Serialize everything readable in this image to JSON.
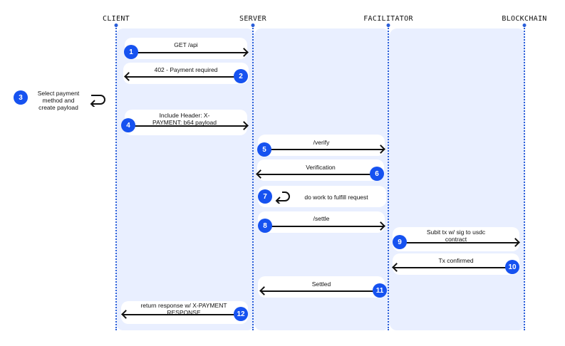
{
  "lanes": {
    "client": "CLIENT",
    "server": "SERVER",
    "facilitator": "FACILITATOR",
    "blockchain": "BLOCKCHAIN"
  },
  "steps": [
    {
      "num": "1",
      "text": "GET /api"
    },
    {
      "num": "2",
      "text": "402 - Payment required"
    },
    {
      "num": "3",
      "text": "Select payment method and create payload"
    },
    {
      "num": "4",
      "text": "Include Header: X-PAYMENT: b64 payload"
    },
    {
      "num": "5",
      "text": "/verify"
    },
    {
      "num": "6",
      "text": "Verification"
    },
    {
      "num": "7",
      "text": "do work to fulfill request"
    },
    {
      "num": "8",
      "text": "/settle"
    },
    {
      "num": "9",
      "text": "Subit tx w/ sig to usdc contract"
    },
    {
      "num": "10",
      "text": "Tx confirmed"
    },
    {
      "num": "11",
      "text": "Settled"
    },
    {
      "num": "12",
      "text": "return response w/ X-PAYMENT RESPONSE"
    }
  ],
  "colors": {
    "accent": "#1652f0",
    "panel": "#e9efff",
    "lifeline": "#2b5fd9"
  }
}
